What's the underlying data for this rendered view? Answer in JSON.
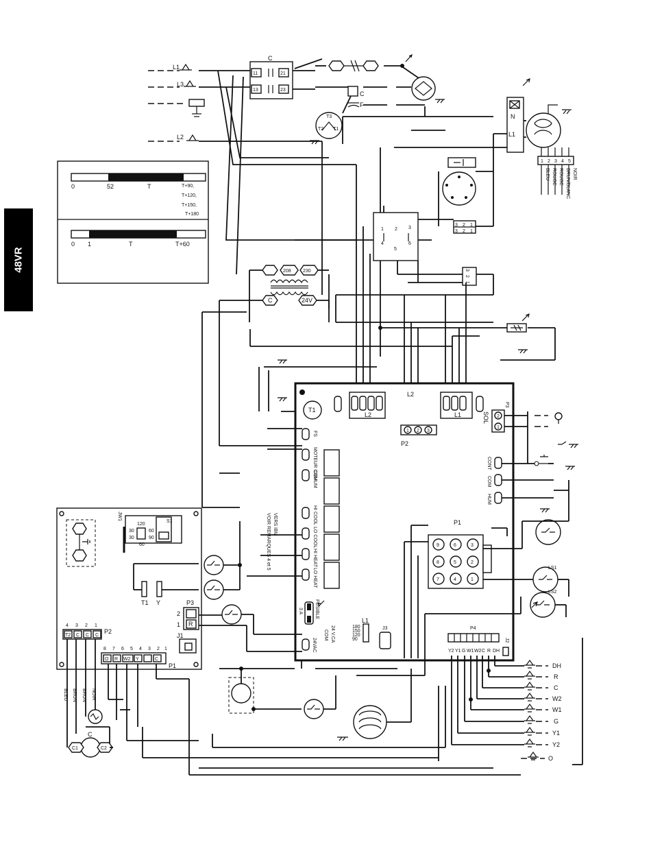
{
  "side_tab": "48VR",
  "line_inputs": [
    "L1",
    "L3",
    "L2"
  ],
  "contactor": {
    "label": "C",
    "terminals": [
      "11",
      "21",
      "13",
      "23"
    ]
  },
  "cap_labels": {
    "c": "C",
    "f": "F"
  },
  "transformer_t": [
    "T3",
    "T2",
    "T1"
  ],
  "motor_switch": {
    "n": "N",
    "l1": "L1"
  },
  "motor_wire_numbers": [
    "1",
    "2",
    "3",
    "4",
    "5"
  ],
  "motor_wire_colors": [
    "BLEU",
    "ROUGE",
    "ROUGE",
    "BRUN/BLANC",
    "NOIR"
  ],
  "timing_chart": {
    "row1": {
      "start": "0",
      "mark": "52",
      "t": "T",
      "notes": [
        "T+90,",
        "T+120,",
        "T+150,",
        "T+180"
      ]
    },
    "row2": {
      "start": "0",
      "mark": "1",
      "t": "T",
      "end": "T+60"
    }
  },
  "relay_pins": [
    "1",
    "2",
    "3",
    "4",
    "5",
    "6"
  ],
  "plug_small_a": [
    "3",
    "2",
    "1",
    "3",
    "2",
    "1"
  ],
  "plug_small_b": [
    "3",
    "2",
    "1"
  ],
  "power_transformer": {
    "v208": "208",
    "v230": "230",
    "c": "C",
    "v24": "24V"
  },
  "control_board": {
    "t1": "T1",
    "l2": "L2",
    "l1": "L1",
    "l2_top": "L2",
    "p2": {
      "label": "P2",
      "pins": [
        "1",
        "2",
        "3"
      ]
    },
    "p3": "P3",
    "sol": "SOL",
    "sol_pins": [
      "2",
      "1"
    ],
    "left_terms": [
      "FS",
      "MOTEUR COM",
      "DEHUM",
      "HI COOL",
      "LO COOL",
      "HI HEAT",
      "LO HEAT"
    ],
    "vers": "VERS IBM",
    "voir": "VOIR REMARQUES 4 et 5",
    "fusible": "FUSIBLE",
    "fuse_rating": "3 A",
    "vac": "24 V.CA",
    "com_24": "COM",
    "vac_24": "24VAC",
    "cont": "CONT",
    "com_r": "COM",
    "hum": "HUM",
    "p1": "P1",
    "p1_pins": [
      "9",
      "6",
      "3",
      "8",
      "5",
      "2",
      "7",
      "4",
      "1"
    ],
    "l1_jumper": "L1",
    "l1_vals": [
      "180",
      "150",
      "120",
      "90"
    ],
    "j3": "J3",
    "p4": "P4",
    "p4_terms": [
      "Y2",
      "Y1",
      "G",
      "W1",
      "W2",
      "C",
      "R",
      "DH"
    ],
    "j2": "J2"
  },
  "ls_labels": [
    "LS1",
    "LS2"
  ],
  "thermostat_terms": [
    "DH",
    "R",
    "C",
    "W2",
    "W1",
    "G",
    "Y1",
    "Y2",
    "O"
  ],
  "hp_board": {
    "jw1": "JW1",
    "times": [
      "120",
      "30",
      "60",
      "30",
      "90",
      "60"
    ],
    "s1": "S1",
    "t1": "T1",
    "y": "Y",
    "p3": "P3",
    "p3_pins": [
      "2",
      "1"
    ],
    "r": "R",
    "j1": "J1",
    "p2": "P2",
    "p2_nums": [
      "4",
      "3",
      "2",
      "1"
    ],
    "p2_terms": [
      "T2",
      "C",
      "C",
      "C"
    ],
    "p1": "P1",
    "p1_nums": [
      "8",
      "7",
      "6",
      "5",
      "4",
      "3",
      "2",
      "1"
    ],
    "p1_terms": [
      "O",
      "R",
      "W2",
      "Y",
      "",
      "C"
    ]
  },
  "hp_wires": [
    "BLEU",
    "BRUN",
    "BRUN",
    "NOIR"
  ],
  "compressor": {
    "c": "C",
    "c1": "C1",
    "c2": "C2"
  }
}
